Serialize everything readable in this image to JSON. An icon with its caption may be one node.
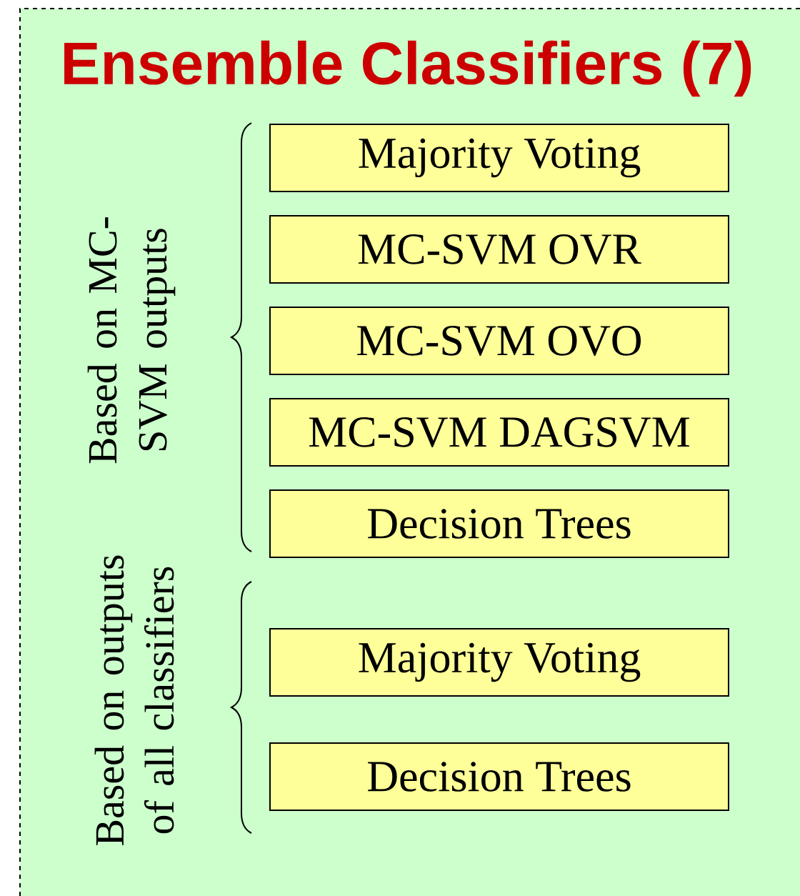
{
  "diagram": {
    "nodes": [
      {
        "text": [
          "Ensemble Classifiers (7)"
        ]
      },
      {
        "text": [
          "Majority Voting"
        ],
        "in": 0
      },
      {
        "text": [
          "MC-SVM OVR"
        ],
        "in": 0
      },
      {
        "text": [
          "MC-SVM OVO"
        ],
        "in": 0
      },
      {
        "text": [
          "MC-SVM DAGSVM"
        ],
        "in": 0
      },
      {
        "text": [
          "Decision Trees"
        ],
        "in": 0
      },
      {
        "text": [
          "Majority Voting"
        ],
        "in": 0
      },
      {
        "text": [
          "Decision Trees"
        ],
        "in": 0
      }
    ],
    "labels": [
      "Based on MC- SVM outputs",
      "Based on outputs of all classifiers"
    ]
  }
}
